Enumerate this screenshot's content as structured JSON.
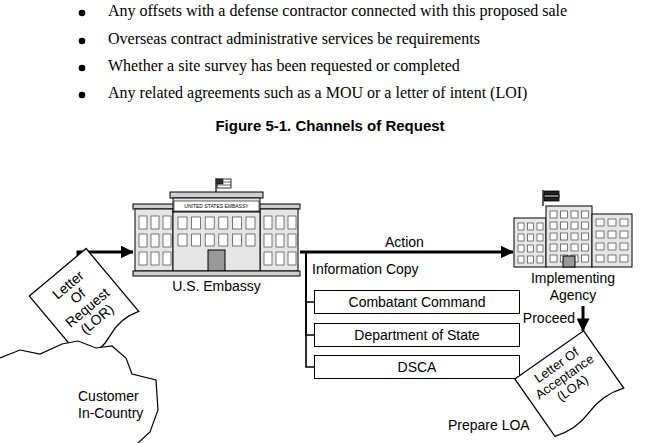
{
  "diagram": {
    "title": "Figure 5-1. Channels of Request",
    "nodes": [
      {
        "text": [
          "U.S. Embassy",
          "UNITED STATES EMBASSY"
        ]
      },
      {
        "text": [
          "Implementing Agency"
        ]
      },
      {
        "text": [
          "Letter Of Request (LOR)"
        ]
      },
      {
        "text": [
          "Combatant Command"
        ]
      },
      {
        "text": [
          "Department of State"
        ]
      },
      {
        "text": [
          "DSCA"
        ]
      },
      {
        "text": [
          "Customer In-Country"
        ]
      },
      {
        "text": [
          "Letter Of Acceptance (LOA)"
        ]
      }
    ],
    "edges": [
      {
        "from": 6,
        "to": 0,
        "arrow": "to"
      },
      {
        "from": 0,
        "to": 1,
        "label": "Action",
        "arrow": "to"
      },
      {
        "from": 0,
        "to": 3,
        "arrow": "none"
      },
      {
        "from": 0,
        "to": 4,
        "arrow": "none"
      },
      {
        "from": 0,
        "to": 5,
        "arrow": "none"
      },
      {
        "from": 1,
        "to": 7,
        "label": "Proceed",
        "arrow": "to"
      }
    ],
    "labels": [
      "Any offsets with a defense contractor connected with this proposed sale",
      "Overseas contract administrative services be requirements",
      "Whether a site survey has been requested or completed",
      "Any related agreements such as a MOU or a letter of intent (LOI)",
      "Information Copy",
      "Prepare LOA"
    ]
  }
}
